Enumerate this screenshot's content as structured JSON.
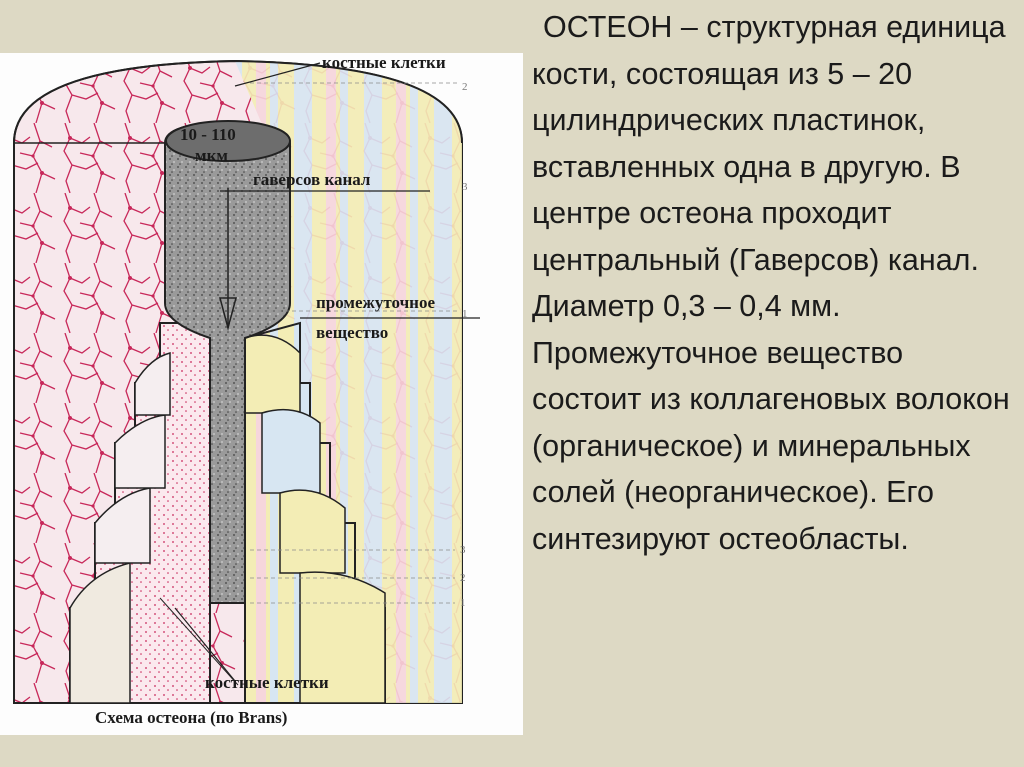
{
  "slide": {
    "paragraph1": "ОСТЕОН – структурная единица кости, состоящая из 5 – 20 цилиндрических пластинок, вставленных одна в другую. В центре остеона проходит центральный (Гаверсов) канал. Диаметр 0,3 – 0,4 мм.",
    "paragraph2": "Промежуточное вещество состоит из коллагеновых волокон (органическое) и минеральных солей (неорганическое). Его синтезируют остеобласты."
  },
  "diagram": {
    "label_bone_cells_top": "костные клетки",
    "label_size_1": "10 - 110",
    "label_size_2": "мкм",
    "label_haversian_canal": "гаверсов канал",
    "label_interstitial_1": "промежуточное",
    "label_interstitial_2": "вещество",
    "label_bone_cells_bottom": "костные клетки",
    "caption": "Схема остеона (по Brans)",
    "num_1": "1",
    "num_2": "2",
    "num_3": "3",
    "num_3b": "3",
    "num_2b": "2",
    "num_1b": "1",
    "colors": {
      "background": "#ddd9c4",
      "vessel": "#c8285a",
      "canal": "#7a7a7a",
      "lamella_yellow": "#f3edb5",
      "lamella_blue": "#d7e6f2"
    }
  }
}
